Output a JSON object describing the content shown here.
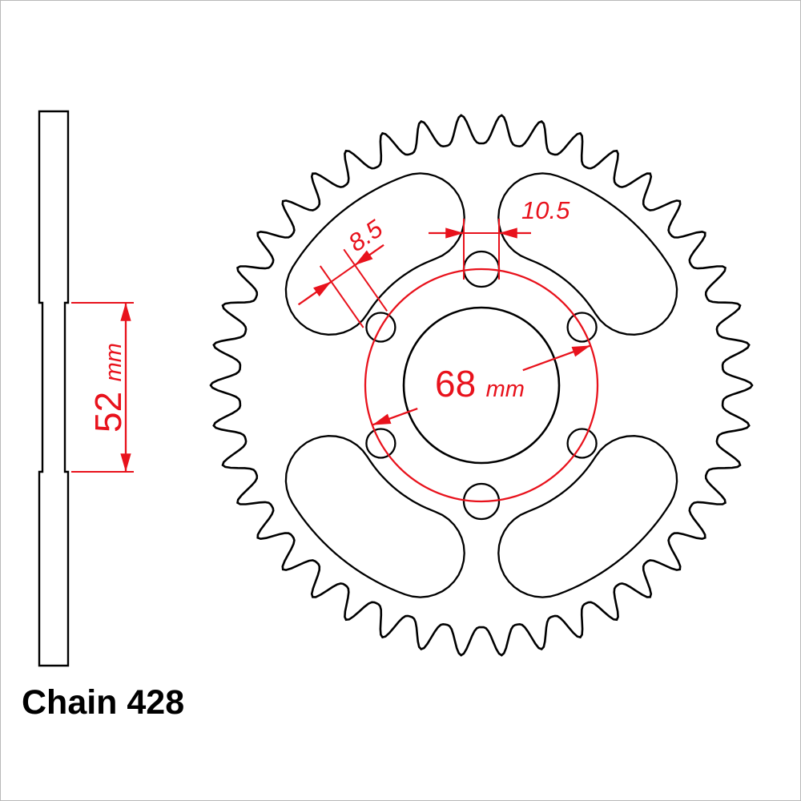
{
  "colors": {
    "ink": "#000000",
    "dimension_red": "#e8121c",
    "background": "#ffffff",
    "border": "#b9b9b9"
  },
  "side_view": {
    "dimension": {
      "value": "52",
      "unit": "mm"
    }
  },
  "front_view": {
    "small_hole_dimension": "8.5",
    "top_hole_dimension": "10.5",
    "bolt_circle_dimension": {
      "value": "68",
      "unit": "mm"
    }
  },
  "footer": {
    "chain_label": "Chain 428"
  }
}
